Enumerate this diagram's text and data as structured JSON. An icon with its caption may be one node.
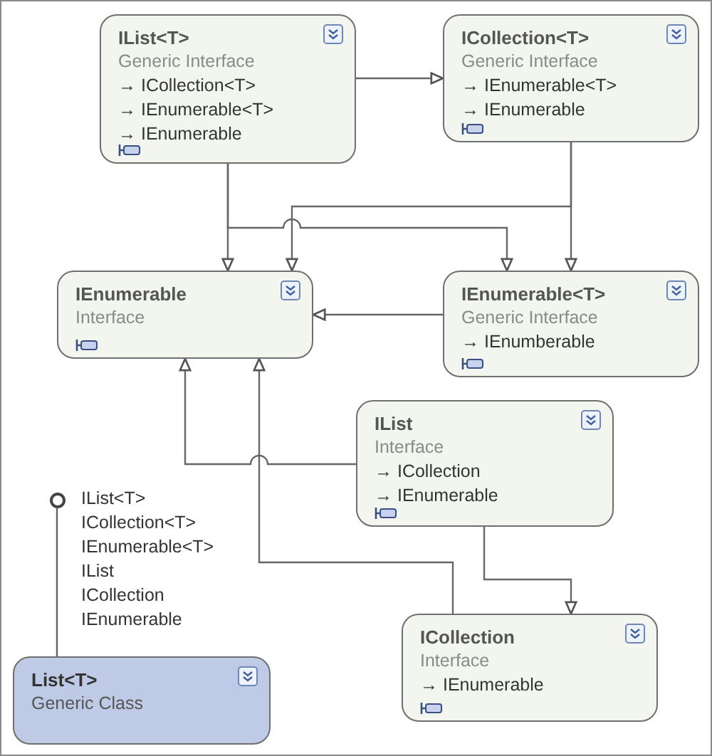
{
  "diagram": {
    "nodes": [
      {
        "text": [
          "IList<T>",
          "Generic Interface",
          "→ ICollection<T>",
          "→ IEnumerable<T>",
          "→ IEnumerable"
        ]
      },
      {
        "text": [
          "ICollection<T>",
          "Generic Interface",
          "→ IEnumerable<T>",
          "→ IEnumerable"
        ]
      },
      {
        "text": [
          "IEnumerable",
          "Interface"
        ]
      },
      {
        "text": [
          "IEnumerable<T>",
          "Generic Interface",
          "→ IEnumberable"
        ]
      },
      {
        "text": [
          "IList",
          "Interface",
          "→ ICollection",
          "→ IEnumerable"
        ]
      },
      {
        "text": [
          "ICollection",
          "Interface",
          "→ IEnumerable"
        ]
      },
      {
        "text": [
          "List<T>",
          "Generic Class"
        ]
      },
      {
        "text": [],
        "shape": "circle",
        "beside": [
          "IList<T>",
          "ICollection<T>",
          "IEnumerable<T>",
          "IList",
          "ICollection",
          "IEnumerable"
        ]
      }
    ],
    "edges": [
      {
        "from": 0,
        "to": 1,
        "arrow": "to"
      },
      {
        "from": 0,
        "to": 2,
        "arrow": "to"
      },
      {
        "from": 0,
        "to": 3,
        "arrow": "to"
      },
      {
        "from": 1,
        "to": 2,
        "arrow": "to"
      },
      {
        "from": 1,
        "to": 3,
        "arrow": "to"
      },
      {
        "from": 3,
        "to": 2,
        "arrow": "to"
      },
      {
        "from": 4,
        "to": 2,
        "arrow": "to"
      },
      {
        "from": 5,
        "to": 2,
        "arrow": "to"
      },
      {
        "from": 4,
        "to": 5,
        "arrow": "to"
      },
      {
        "from": 6,
        "to": 7,
        "arrow": "none"
      }
    ]
  }
}
